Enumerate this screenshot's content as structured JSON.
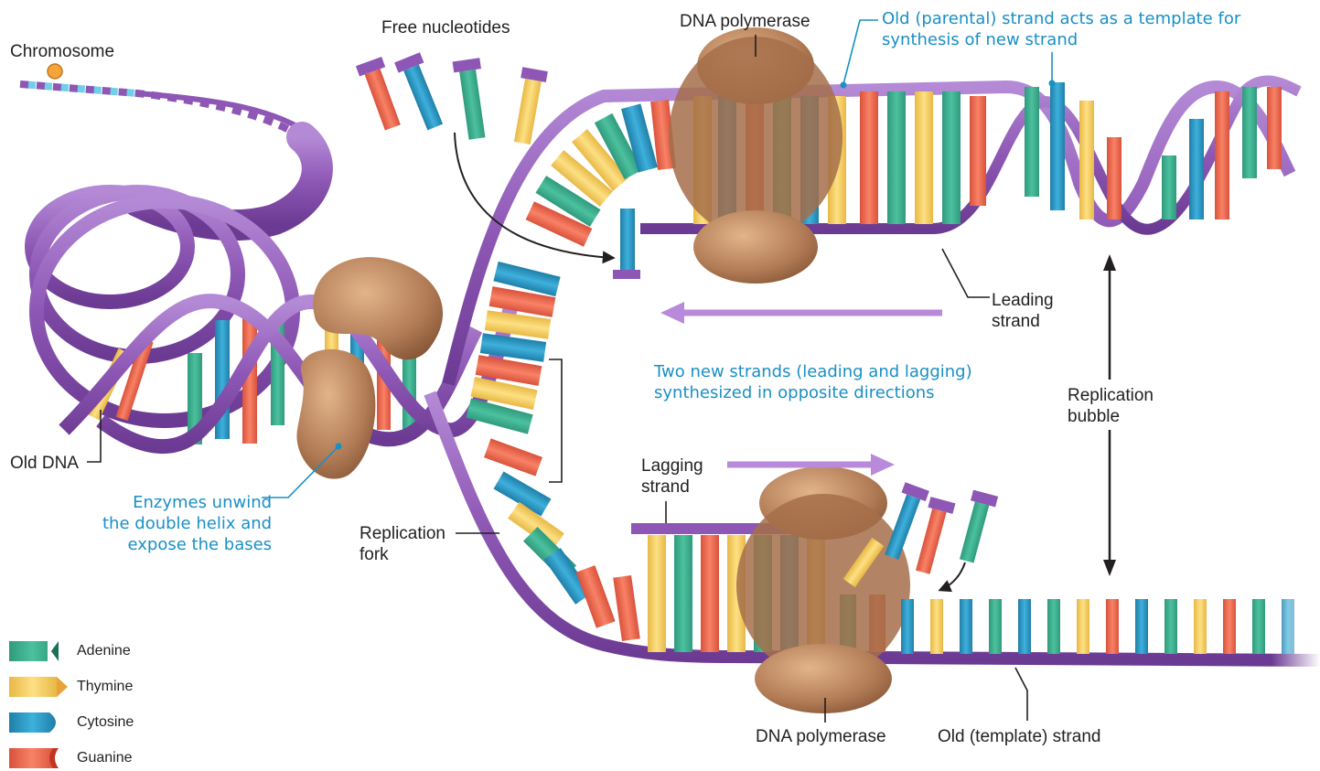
{
  "colors": {
    "backbone": "#8e57b5",
    "backbone_dark": "#6b3a92",
    "backbone_light": "#b48ad6",
    "protein": "#b27c56",
    "protein_light": "#d8a77c",
    "protein_dark": "#7d4e30",
    "adenine": "#3bb08f",
    "thymine": "#f7cf62",
    "cytosine": "#2b9ac4",
    "guanine": "#ee6a50",
    "callout_blue": "#1a8fc4",
    "label_black": "#231f20",
    "arrow_purple": "#b98ad9"
  },
  "labels": {
    "chromosome": "Chromosome",
    "free_nucleotides": "Free nucleotides",
    "dna_polymerase_top": "DNA polymerase",
    "dna_polymerase_bottom": "DNA polymerase",
    "old_dna": "Old DNA",
    "leading_strand": "Leading\nstrand",
    "lagging_strand": "Lagging\nstrand",
    "replication_bubble": "Replication\nbubble",
    "replication_fork": "Replication\nfork",
    "old_template_strand": "Old (template) strand"
  },
  "notes": {
    "parental_template": "Old (parental) strand acts as a template for\nsynthesis of new strand",
    "opposite_directions": "Two new strands (leading and lagging)\nsynthesized in opposite directions",
    "enzymes_unwind": "Enzymes unwind\nthe double helix and\nexpose the bases"
  },
  "legend": [
    {
      "label": "Adenine",
      "base": "adenine",
      "icon": "adenine-icon"
    },
    {
      "label": "Thymine",
      "base": "thymine",
      "icon": "thymine-icon"
    },
    {
      "label": "Cytosine",
      "base": "cytosine",
      "icon": "cytosine-icon"
    },
    {
      "label": "Guanine",
      "base": "guanine",
      "icon": "guanine-icon"
    }
  ]
}
